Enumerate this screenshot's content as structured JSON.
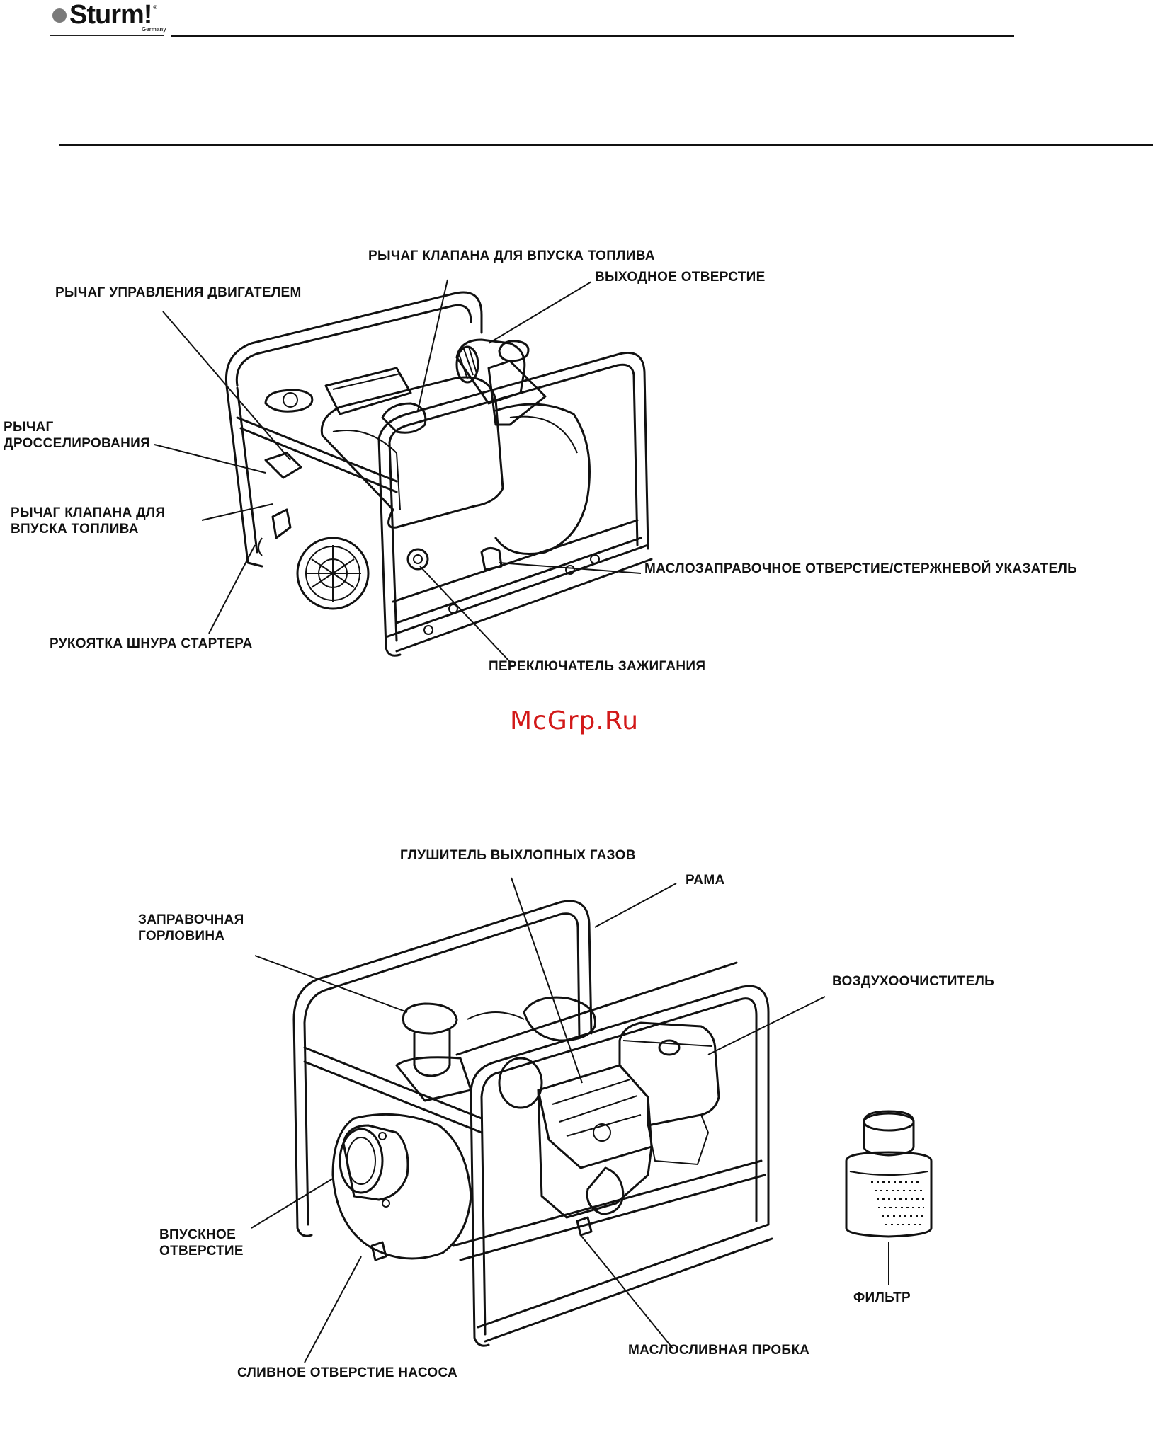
{
  "header": {
    "brand": "Sturm!",
    "brand_sub": "Germany",
    "brand_reg": "®"
  },
  "figure1": {
    "labels": {
      "fuel_valve_top": "РЫЧАГ КЛАПАНА ДЛЯ ВПУСКА ТОПЛИВА",
      "outlet": "ВЫХОДНОЕ ОТВЕРСТИЕ",
      "engine_control": "РЫЧАГ УПРАВЛЕНИЯ ДВИГАТЕЛЕМ",
      "choke_1": "РЫЧАГ",
      "choke_2": "ДРОССЕЛИРОВАНИЯ",
      "fuel_valve_left_1": "РЫЧАГ КЛАПАНА ДЛЯ",
      "fuel_valve_left_2": "ВПУСКА ТОПЛИВА",
      "oil_fill": "МАСЛОЗАПРАВОЧНОЕ ОТВЕРСТИЕ/СТЕРЖНЕВОЙ УКАЗАТЕЛЬ",
      "starter": "РУКОЯТКА ШНУРА СТАРТЕРА",
      "ignition": "ПЕРЕКЛЮЧАТЕЛЬ ЗАЖИГАНИЯ"
    }
  },
  "watermark": "McGrp.Ru",
  "figure2": {
    "labels": {
      "muffler": "ГЛУШИТЕЛЬ ВЫХЛОПНЫХ ГАЗОВ",
      "frame": "РАМА",
      "filler_1": "ЗАПРАВОЧНАЯ",
      "filler_2": "ГОРЛОВИНА",
      "air_cleaner": "ВОЗДУХООЧИСТИТЕЛЬ",
      "inlet_1": "ВПУСКНОЕ",
      "inlet_2": "ОТВЕРСТИЕ",
      "filter": "ФИЛЬТР",
      "oil_drain": "МАСЛОСЛИВНАЯ ПРОБКА",
      "pump_drain": "СЛИВНОЕ ОТВЕРСТИЕ НАСОСА"
    }
  }
}
